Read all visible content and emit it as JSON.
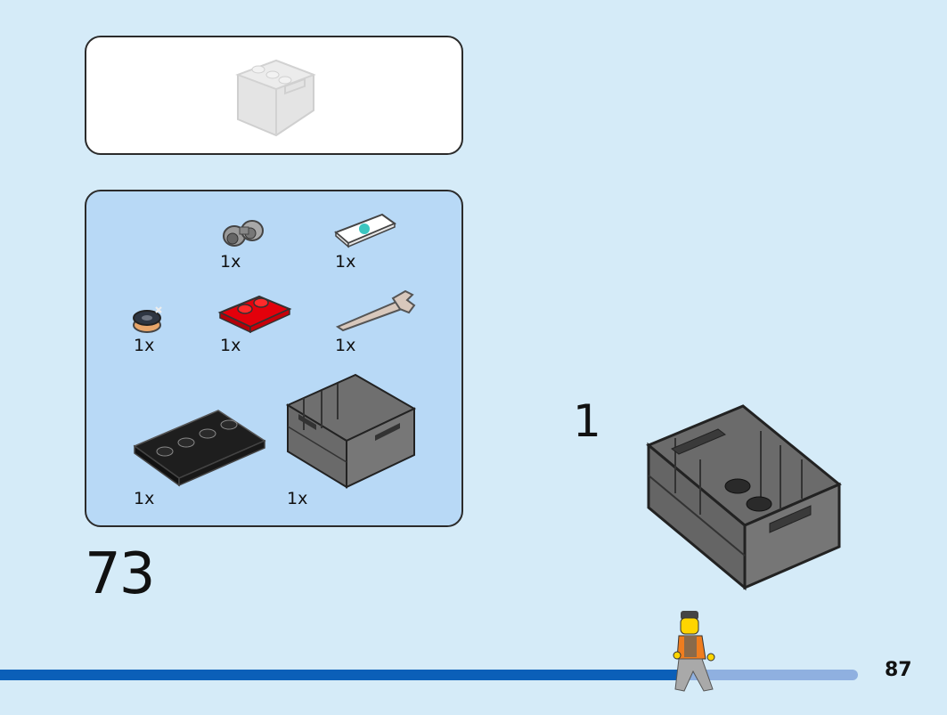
{
  "step": {
    "number": "73"
  },
  "substep": {
    "number": "1"
  },
  "page": {
    "number": "87"
  },
  "parts": [
    {
      "name": "binoculars",
      "qty": "1x"
    },
    {
      "name": "printed-tile-1x2",
      "qty": "1x"
    },
    {
      "name": "round-plate-with-pin",
      "qty": "1x"
    },
    {
      "name": "red-plate-with-handles",
      "qty": "1x"
    },
    {
      "name": "wrench",
      "qty": "1x"
    },
    {
      "name": "black-plate-2x4-with-studs",
      "qty": "1x"
    },
    {
      "name": "grey-crate",
      "qty": "1x"
    }
  ],
  "progress": {
    "fraction": 0.795
  },
  "colors": {
    "background": "#d5ebf8",
    "parts_panel": "#b8d9f6",
    "progress_fill": "#0b5fb8",
    "progress_track": "#8fb0e0"
  }
}
